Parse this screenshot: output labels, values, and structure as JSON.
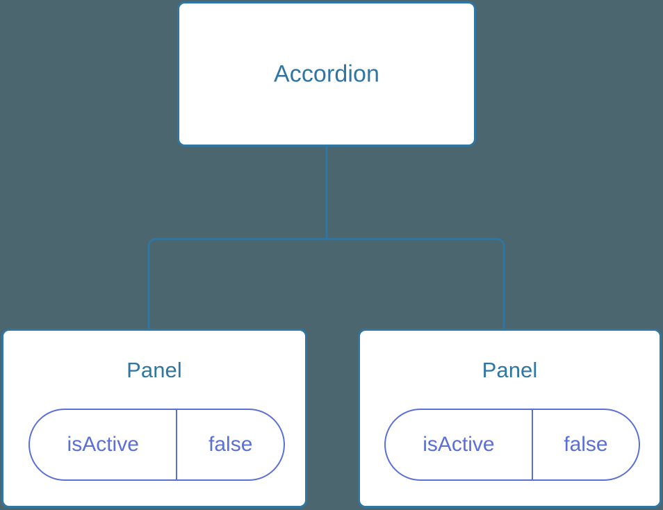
{
  "diagram": {
    "background_color": "#4b666f",
    "node_border_color": "#2f76a3",
    "node_text_color": "#2f76a3",
    "pill_color": "#5b6fd6",
    "edge_color": "#2f76a3",
    "root": {
      "label": "Accordion"
    },
    "children": [
      {
        "label": "Panel",
        "state": {
          "key": "isActive",
          "value": "false"
        }
      },
      {
        "label": "Panel",
        "state": {
          "key": "isActive",
          "value": "false"
        }
      }
    ]
  }
}
